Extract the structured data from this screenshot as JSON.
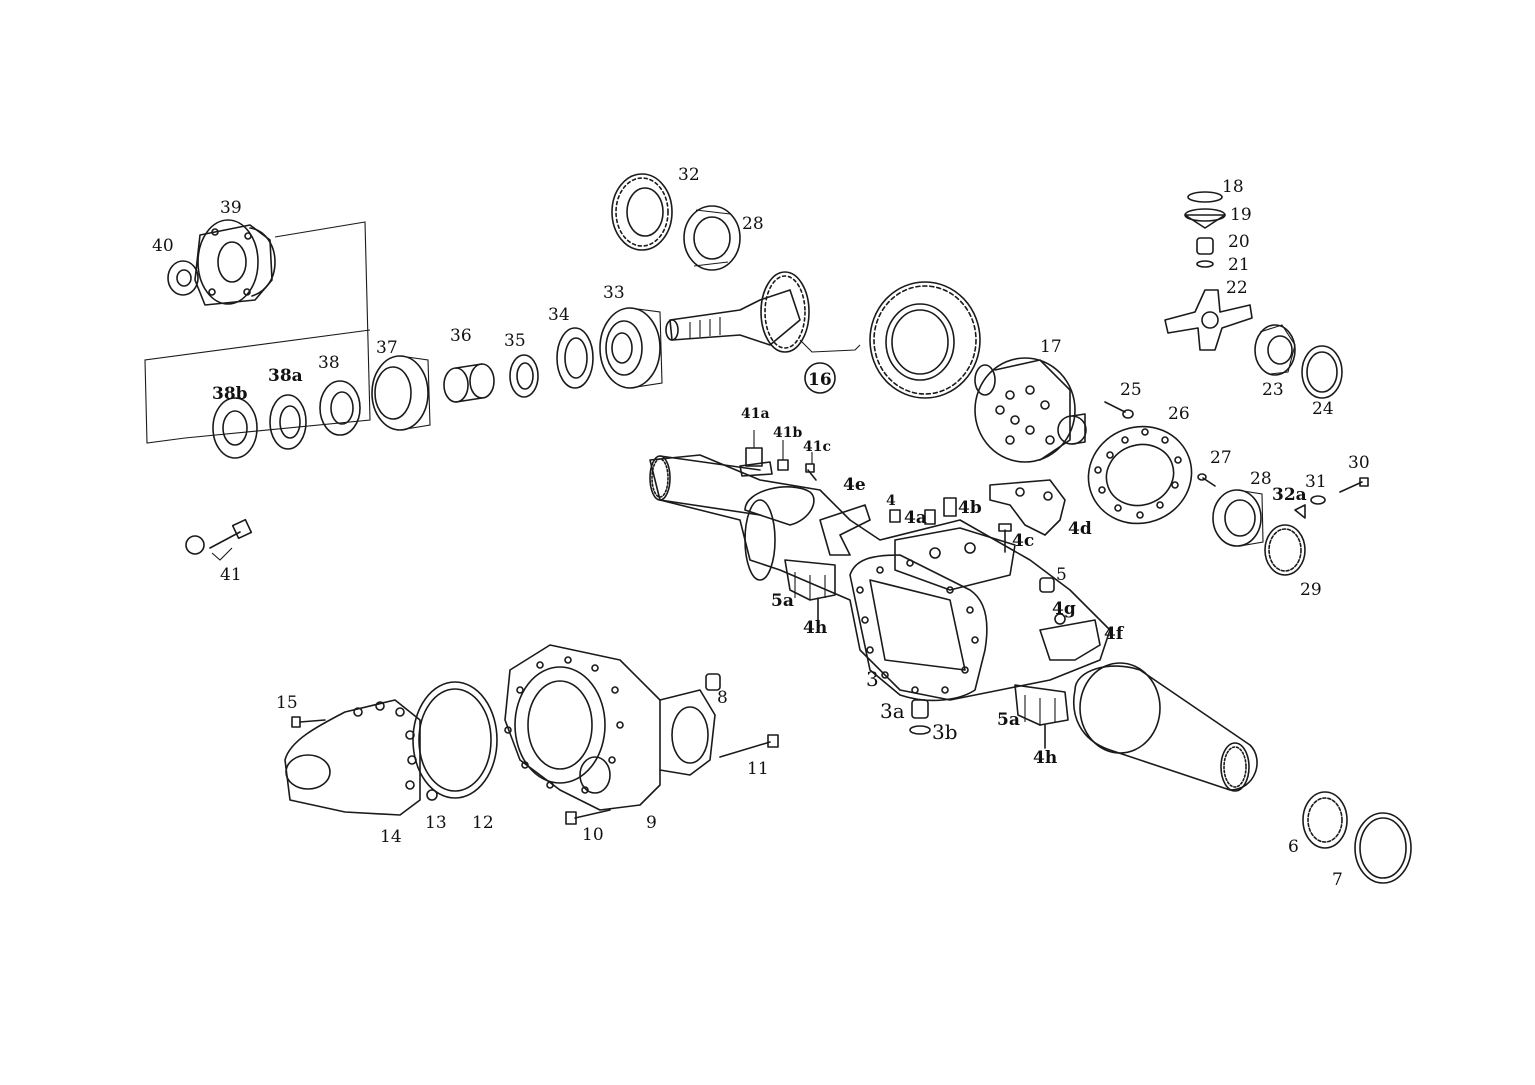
{
  "diagram": {
    "callouts": [
      {
        "id": "p39",
        "text": "39"
      },
      {
        "id": "p40",
        "text": "40"
      },
      {
        "id": "p32",
        "text": "32"
      },
      {
        "id": "p28a",
        "text": "28"
      },
      {
        "id": "p18",
        "text": "18"
      },
      {
        "id": "p19",
        "text": "19"
      },
      {
        "id": "p20",
        "text": "20"
      },
      {
        "id": "p21",
        "text": "21"
      },
      {
        "id": "p22",
        "text": "22"
      },
      {
        "id": "p33",
        "text": "33"
      },
      {
        "id": "p34",
        "text": "34"
      },
      {
        "id": "p36",
        "text": "36"
      },
      {
        "id": "p35",
        "text": "35"
      },
      {
        "id": "p37",
        "text": "37"
      },
      {
        "id": "p38",
        "text": "38"
      },
      {
        "id": "p38a",
        "text": "38a"
      },
      {
        "id": "p38b",
        "text": "38b"
      },
      {
        "id": "p16",
        "text": "16"
      },
      {
        "id": "p17",
        "text": "17"
      },
      {
        "id": "p23",
        "text": "23"
      },
      {
        "id": "p24",
        "text": "24"
      },
      {
        "id": "p25",
        "text": "25"
      },
      {
        "id": "p26",
        "text": "26"
      },
      {
        "id": "p41a",
        "text": "41a"
      },
      {
        "id": "p41b",
        "text": "41b"
      },
      {
        "id": "p41c",
        "text": "41c"
      },
      {
        "id": "p4e",
        "text": "4e"
      },
      {
        "id": "p4",
        "text": "4"
      },
      {
        "id": "p4a",
        "text": "4a"
      },
      {
        "id": "p4b",
        "text": "4b"
      },
      {
        "id": "p4c",
        "text": "4c"
      },
      {
        "id": "p4d",
        "text": "4d"
      },
      {
        "id": "p27",
        "text": "27"
      },
      {
        "id": "p28b",
        "text": "28"
      },
      {
        "id": "p31",
        "text": "31"
      },
      {
        "id": "p30",
        "text": "30"
      },
      {
        "id": "p32a",
        "text": "32a"
      },
      {
        "id": "p29",
        "text": "29"
      },
      {
        "id": "p41",
        "text": "41"
      },
      {
        "id": "p5",
        "text": "5"
      },
      {
        "id": "p4g",
        "text": "4g"
      },
      {
        "id": "p4f",
        "text": "4f"
      },
      {
        "id": "p5a1",
        "text": "5a"
      },
      {
        "id": "p4h1",
        "text": "4h"
      },
      {
        "id": "p3",
        "text": "3"
      },
      {
        "id": "p3a",
        "text": "3a"
      },
      {
        "id": "p3b",
        "text": "3b"
      },
      {
        "id": "p5a2",
        "text": "5a"
      },
      {
        "id": "p4h2",
        "text": "4h"
      },
      {
        "id": "p15",
        "text": "15"
      },
      {
        "id": "p8",
        "text": "8"
      },
      {
        "id": "p11",
        "text": "11"
      },
      {
        "id": "p14",
        "text": "14"
      },
      {
        "id": "p13",
        "text": "13"
      },
      {
        "id": "p12",
        "text": "12"
      },
      {
        "id": "p10",
        "text": "10"
      },
      {
        "id": "p9",
        "text": "9"
      },
      {
        "id": "p6",
        "text": "6"
      },
      {
        "id": "p7",
        "text": "7"
      }
    ]
  }
}
